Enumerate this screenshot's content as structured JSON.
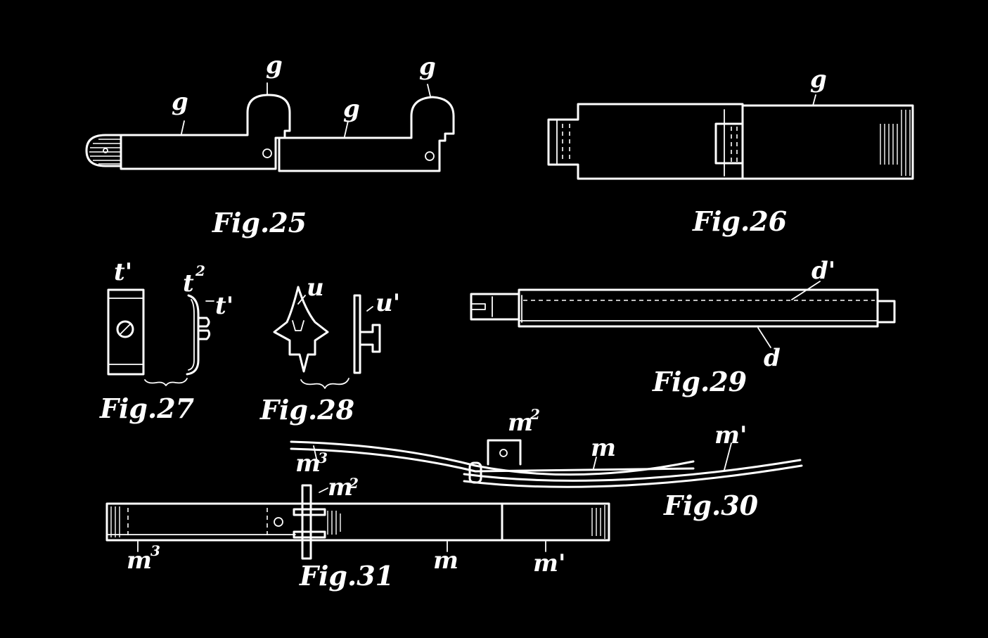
{
  "figures": {
    "fig25": {
      "caption": "Fig.25",
      "labels": [
        "g",
        "g",
        "g",
        "g"
      ]
    },
    "fig26": {
      "caption": "Fig.26",
      "labels": [
        "g"
      ]
    },
    "fig27": {
      "caption": "Fig.27",
      "labels": [
        "t'",
        "t",
        "2",
        "t'"
      ]
    },
    "fig28": {
      "caption": "Fig.28",
      "labels": [
        "u",
        "u'"
      ]
    },
    "fig29": {
      "caption": "Fig.29",
      "labels": [
        "d'",
        "d"
      ]
    },
    "fig30": {
      "caption": "Fig.30",
      "labels": [
        "m",
        "2",
        "m",
        "m'",
        "m",
        "3"
      ]
    },
    "fig31": {
      "caption": "Fig.31",
      "labels": [
        "m",
        "2",
        "m",
        "3",
        "m",
        "m'"
      ]
    }
  },
  "colors": {
    "background": "#000000",
    "ink": "#ffffff"
  }
}
